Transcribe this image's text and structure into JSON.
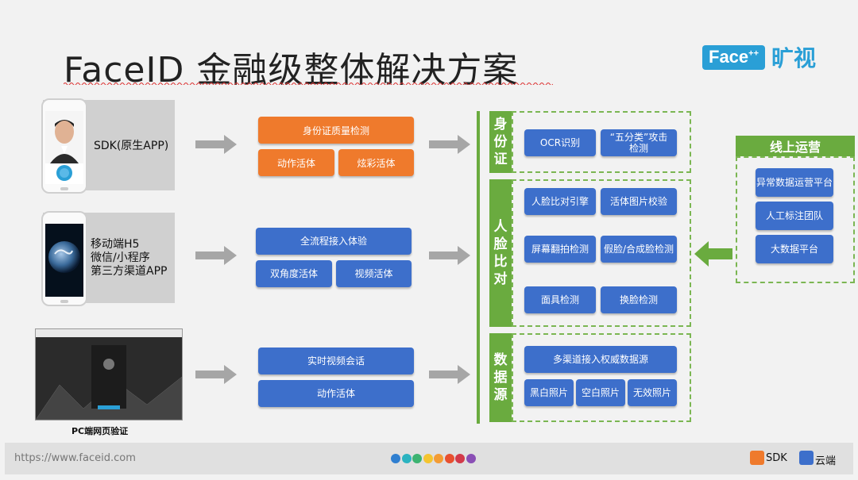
{
  "title": "FaceID 金融级整体解决方案",
  "logo": {
    "brand": "Face",
    "sup": "++",
    "cn": "旷视"
  },
  "sources": [
    {
      "label": "SDK(原生APP)"
    },
    {
      "label_lines": [
        "移动端H5",
        "微信/小程序",
        "第三方渠道APP"
      ]
    },
    {
      "label": "PC端网页验证"
    }
  ],
  "flows": {
    "sdk": {
      "top": "身份证质量检测",
      "left": "动作活体",
      "right": "炫彩活体"
    },
    "mobile": {
      "top": "全流程接入体验",
      "left": "双角度活体",
      "right": "视频活体"
    },
    "pc": {
      "top": "实时视频会话",
      "bottom": "动作活体"
    }
  },
  "cloud": {
    "idcard": {
      "tab": [
        "身",
        "份",
        "证"
      ],
      "items": [
        "OCR识别",
        "“五分类”攻击检测"
      ]
    },
    "face": {
      "tab": [
        "人",
        "脸",
        "比",
        "对"
      ],
      "items": [
        "人脸比对引擎",
        "活体图片校验",
        "屏幕翻拍检测",
        "假脸/合成脸检测",
        "面具检测",
        "换脸检测"
      ]
    },
    "data": {
      "tab": [
        "数",
        "据",
        "源"
      ],
      "top": "多渠道接入权威数据源",
      "items": [
        "黑白照片",
        "空白照片",
        "无效照片"
      ]
    }
  },
  "operations": {
    "title": "线上运营",
    "items": [
      "异常数据运营平台",
      "人工标注团队",
      "大数据平台"
    ]
  },
  "footer": {
    "url": "https://www.faceid.com",
    "dots": [
      "#2f7fd0",
      "#2bb3c0",
      "#3cb371",
      "#f4c430",
      "#f39c34",
      "#e8502f",
      "#d23a4a",
      "#8a4fb5"
    ],
    "legend": [
      {
        "label": "SDK",
        "color": "#ef7a2c"
      },
      {
        "label": "云端",
        "color": "#3d6fcb"
      }
    ]
  },
  "colors": {
    "orange": "#ef7a2c",
    "blue": "#3d6fcb",
    "green": "#6aab3f"
  }
}
